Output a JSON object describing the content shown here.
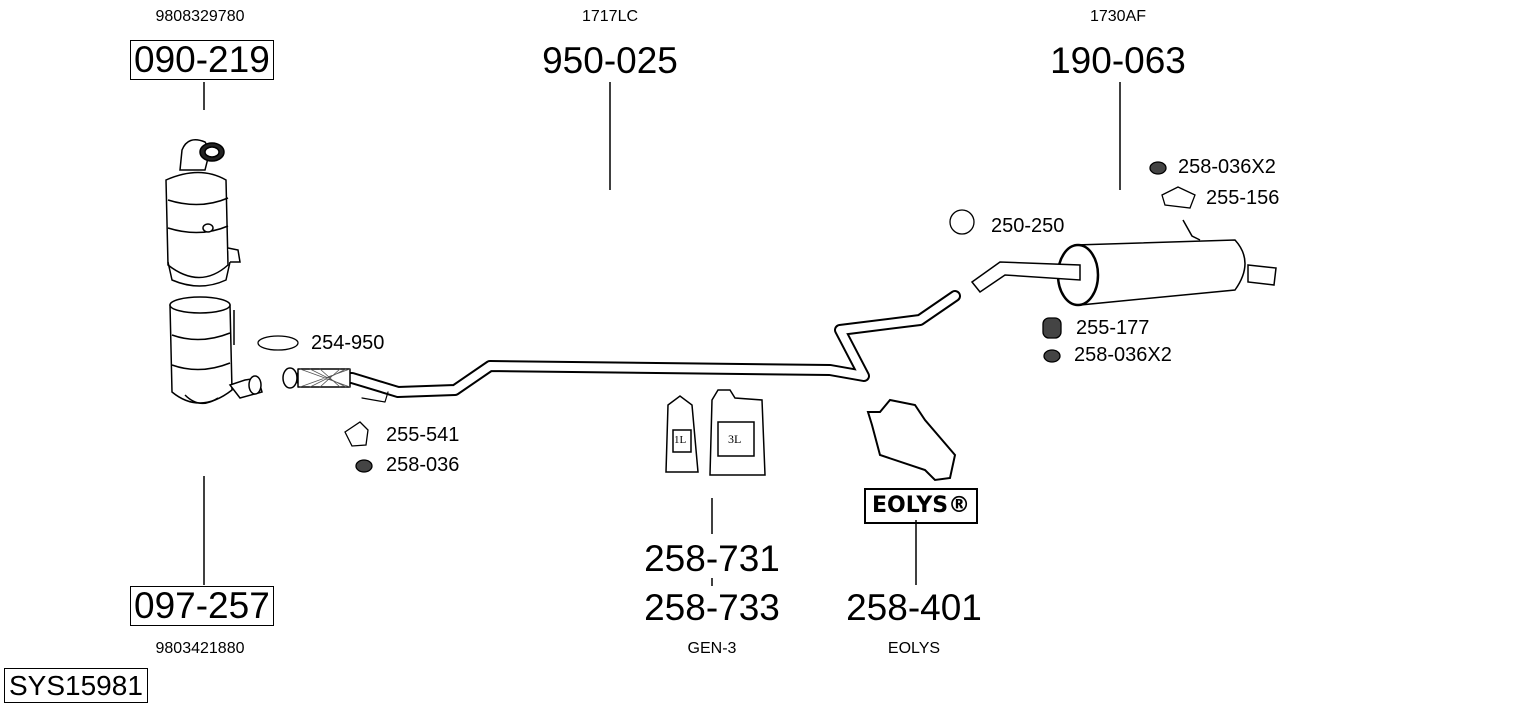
{
  "system_id": "SYS15981",
  "parts": {
    "dpf_upper": {
      "number": "090-219",
      "oem": "9808329780"
    },
    "middle_pipe": {
      "number": "950-025",
      "oem": "1717LC"
    },
    "rear_silencer": {
      "number": "190-063",
      "oem": "1730AF"
    },
    "dpf_lower": {
      "number": "097-257",
      "oem": "9803421880"
    },
    "additive_1l": {
      "number": "258-731",
      "icon_text": "1L"
    },
    "additive_3l": {
      "number": "258-733",
      "icon_text": "3L",
      "note": "GEN-3"
    },
    "eolys_bag": {
      "number": "258-401",
      "badge": "EOLYS®",
      "note": "EOLYS"
    }
  },
  "accessories": [
    {
      "number": "254-950",
      "icon": "gasket-icon"
    },
    {
      "number": "255-541",
      "icon": "rubber-mount-icon"
    },
    {
      "number": "258-036",
      "icon": "nut-icon"
    },
    {
      "number": "250-250",
      "icon": "clamp-icon"
    },
    {
      "number": "258-036X2",
      "icon": "nut-icon"
    },
    {
      "number": "255-156",
      "icon": "bracket-icon"
    },
    {
      "number": "255-177",
      "icon": "rubber-mount-icon"
    },
    {
      "number": "258-036X2",
      "icon": "nut-icon"
    }
  ]
}
